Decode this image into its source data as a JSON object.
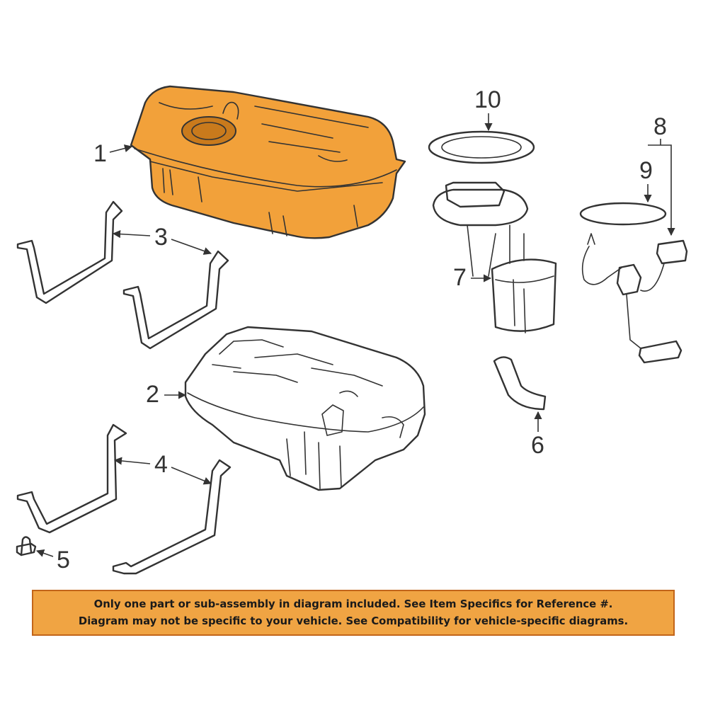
{
  "colors": {
    "highlight": "#f2a13a",
    "highlight_dark": "#c97a1c",
    "line": "#333333",
    "banner_bg": "#f0a443",
    "banner_text": "#1a1a1a"
  },
  "callouts": {
    "tank_highlighted": "1",
    "tank_outline": "2",
    "strap_upper": "3",
    "strap_lower": "4",
    "bolt": "5",
    "hose": "6",
    "pump_module": "7",
    "sender": "8",
    "seal": "9",
    "lock_ring": "10"
  },
  "banner": {
    "line1": "Only one part or sub-assembly in diagram included. See Item Specifics for Reference #.",
    "line2": "Diagram may not be specific to your vehicle. See Compatibility for vehicle-specific diagrams."
  }
}
